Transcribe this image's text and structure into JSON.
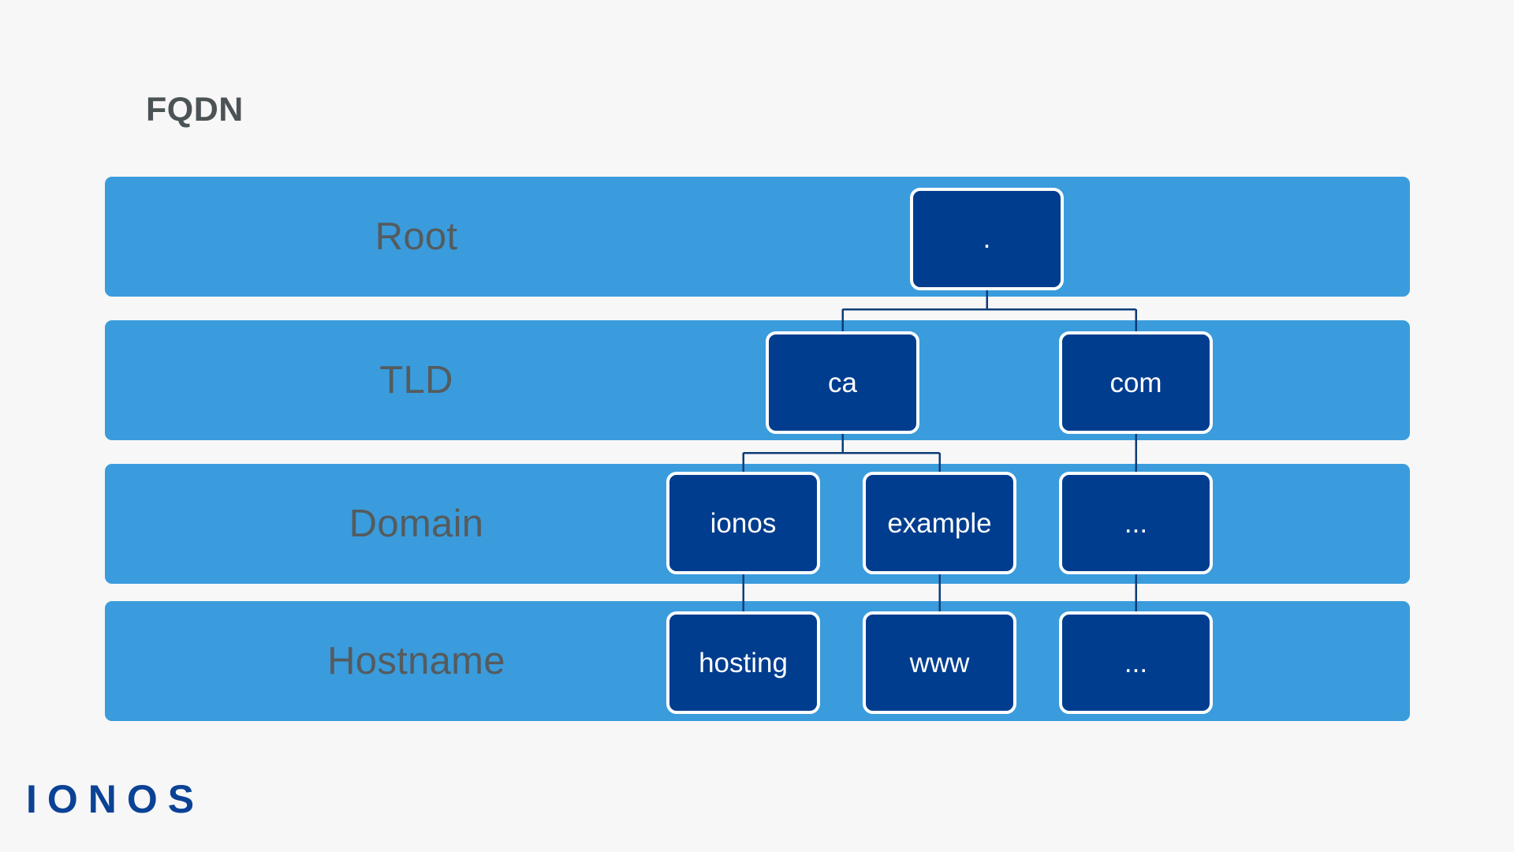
{
  "title": "FQDN",
  "brand": {
    "logo_text": "IONOS",
    "logo_color": "#0b4296"
  },
  "colors": {
    "background": "#f7f7f7",
    "band": "#3a9cdc",
    "node_fill": "#003d8f",
    "node_border": "#ffffff",
    "node_text": "#ffffff",
    "label_text": "#555b5e",
    "title_text": "#4c5356",
    "connector": "#0d3c78"
  },
  "levels": [
    {
      "id": "root",
      "label": "Root"
    },
    {
      "id": "tld",
      "label": "TLD"
    },
    {
      "id": "domain",
      "label": "Domain"
    },
    {
      "id": "hostname",
      "label": "Hostname"
    }
  ],
  "nodes": {
    "root": ".",
    "ca": "ca",
    "com": "com",
    "ionos": "ionos",
    "example": "example",
    "domain_ellipsis": "...",
    "hosting": "hosting",
    "www": "www",
    "hostname_ellipsis": "..."
  },
  "chart_data": {
    "type": "diagram",
    "title": "FQDN",
    "levels": [
      "Root",
      "TLD",
      "Domain",
      "Hostname"
    ],
    "tree": {
      "name": ".",
      "level": "Root",
      "children": [
        {
          "name": "ca",
          "level": "TLD",
          "children": [
            {
              "name": "ionos",
              "level": "Domain",
              "children": [
                {
                  "name": "hosting",
                  "level": "Hostname"
                }
              ]
            },
            {
              "name": "example",
              "level": "Domain",
              "children": [
                {
                  "name": "www",
                  "level": "Hostname"
                }
              ]
            }
          ]
        },
        {
          "name": "com",
          "level": "TLD",
          "children": [
            {
              "name": "...",
              "level": "Domain",
              "children": [
                {
                  "name": "...",
                  "level": "Hostname"
                }
              ]
            }
          ]
        }
      ]
    }
  }
}
